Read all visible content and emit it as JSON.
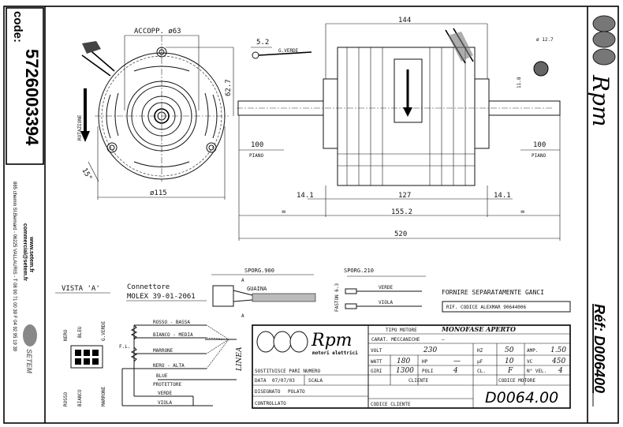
{
  "sidebar_left": {
    "code_label": "code:",
    "code_value": "5726003394",
    "website": "www.setem.fr",
    "email": "commercial@setem.fr",
    "address": "885 chemin St.Bernard - 06225 VALLAURIS - T 08 90 71 00 39  F 04 92 95 19 39",
    "brand_logo_text": "SETEM"
  },
  "sidebar_right": {
    "brand": "Rpm",
    "reference": "Réf: D006400"
  },
  "front_view": {
    "coupling": "ACCOPP. ø63",
    "height": "62.7",
    "diameter": "ø115",
    "angle": "15°",
    "rotation": "ROTAZIONE"
  },
  "side_view": {
    "length_top": "144",
    "ground_wire_dim": "5.2",
    "ground_wire": "G.VERDE",
    "hole_dia": "ø 12.7",
    "hole_depth": "11.8",
    "shaft_left": "100",
    "shaft_left_label": "PIANO",
    "shaft_right": "100",
    "shaft_right_label": "PIANO",
    "offset_left": "14.1",
    "offset_right": "14.1",
    "body_length": "127",
    "total_body": "155.2",
    "eq_left": "=",
    "eq_right": "=",
    "total_length": "520"
  },
  "connector": {
    "view_title": "VISTA 'A'",
    "title": "Connettore",
    "model": "MOLEX 39-01-2061",
    "top_pins": [
      "NERO",
      "BLEU",
      "G.VERDE"
    ],
    "bottom_pins": [
      "ROSSO",
      "BIANCO",
      "MARRONE"
    ]
  },
  "wiring": {
    "wires": [
      "ROSSO - BASSA",
      "BIANCO - MEDIA",
      "MARRONE",
      "NERO - ALTA",
      "BLUE",
      "PROTETTORE",
      "VERDE",
      "VIOLA"
    ],
    "fl": "F.L.",
    "line": "LINEA"
  },
  "cable": {
    "length": "SPORG.900",
    "sheath": "GUAINA",
    "section_a": "A",
    "faston_length": "SPORG.210",
    "faston": "FASTON 6.3",
    "faston_wires": [
      "VERDE",
      "VIOLA"
    ]
  },
  "notes": {
    "hooks": "FORNIRE SEPARATAMENTE GANCI",
    "ref_code": "RIF. CODICE ALEXMAR 90644006"
  },
  "title_block": {
    "logo": "Rpm",
    "logo_sub": "motori elettrici",
    "tipo_label": "TIPO MOTORE",
    "tipo_value": "MONOFASE APERTO",
    "carat_label": "CARAT. MECCANICHE",
    "carat_value": "—",
    "volt_label": "VOLT",
    "volt_value": "230",
    "hz_label": "HZ",
    "hz_value": "50",
    "amp_label": "AMP.",
    "amp_value": "1.50",
    "watt_label": "WATT",
    "watt_value": "180",
    "hp_label": "HP",
    "hp_value": "—",
    "uf_label": "µF",
    "uf_value": "10",
    "vc_label": "VC",
    "vc_value": "450",
    "giri_label": "GIRI",
    "giri_value": "1300",
    "poli_label": "POLI",
    "poli_value": "4",
    "cl_label": "CL.",
    "cl_value": "F",
    "vel_label": "N° VEL.",
    "vel_value": "4",
    "sostituisce": "SOSTITUISCE PARI NUMERO",
    "data_label": "DATA",
    "data_value": "07/07/03",
    "scala_label": "SCALA",
    "disegnato_label": "DISEGNATO",
    "disegnato_value": "POLATO",
    "controllato_label": "CONTROLLATO",
    "cliente_label": "CLIENTE",
    "codice_cliente_label": "CODICE CLIENTE",
    "codice_motore_label": "CODICE MOTORE",
    "codice_motore_value": "D0064.00"
  }
}
